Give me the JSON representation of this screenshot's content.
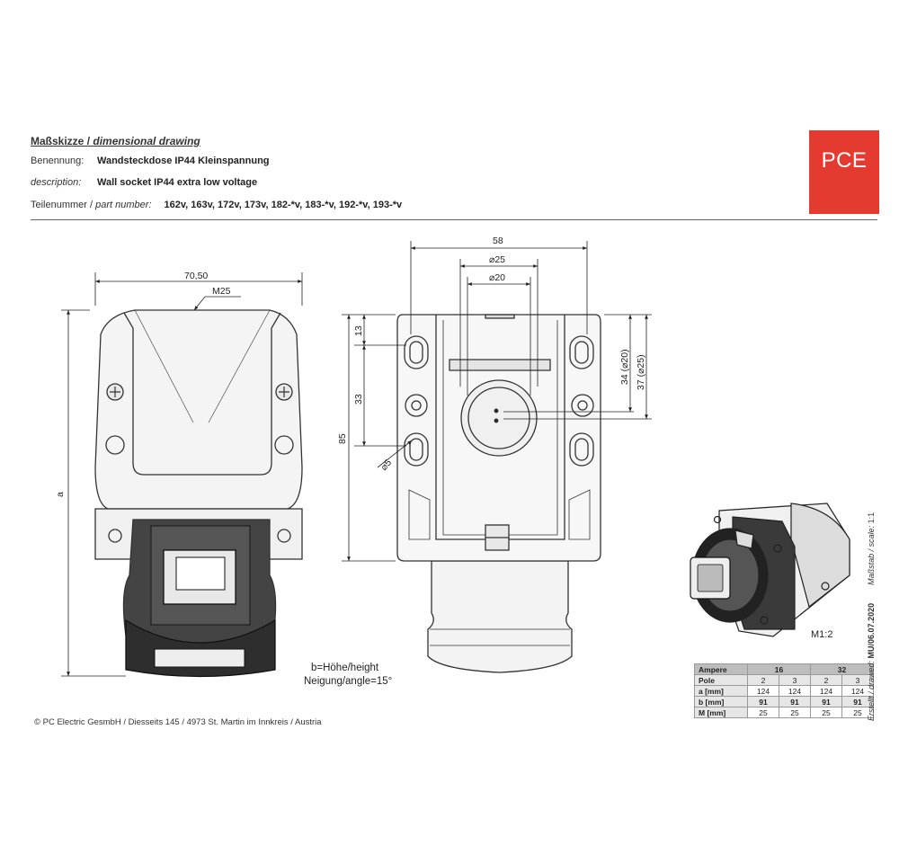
{
  "header": {
    "title_de": "Maßskizze",
    "title_sep": " / ",
    "title_en": "dimensional drawing",
    "name_label": "Benennung:",
    "name_value": "Wandsteckdose IP44 Kleinspannung",
    "desc_label": "description:",
    "desc_value": "Wall socket IP44 extra low voltage",
    "part_label_de": "Teilenummer / ",
    "part_label_en": "part number:",
    "part_value": "162v, 163v, 172v, 173v, 182-*v, 183-*v, 192-*v, 193-*v"
  },
  "logo": {
    "text": "PCE",
    "color": "#e53a2f"
  },
  "dimensions": {
    "width_side": "70,50",
    "thread": "M25",
    "height_a": "a",
    "width_front": "58",
    "dia_25": "⌀25",
    "dia_20": "⌀20",
    "d13": "13",
    "d33": "33",
    "d85": "85",
    "dia_5": "⌀5",
    "d34": "34 (⌀20)",
    "d37": "37 (⌀25)"
  },
  "notes": {
    "height": "b=Höhe/height",
    "angle": "Neigung/angle=15°"
  },
  "scale_label": "M1:2",
  "table": {
    "header": [
      "Ampere",
      "16",
      "32"
    ],
    "rows": [
      {
        "label": "Pole",
        "values": [
          "2",
          "3",
          "2",
          "3"
        ]
      },
      {
        "label": "a [mm]",
        "values": [
          "124",
          "124",
          "124",
          "124"
        ]
      },
      {
        "label": "b [mm]",
        "values": [
          "91",
          "91",
          "91",
          "91"
        ]
      },
      {
        "label": "M [mm]",
        "values": [
          "25",
          "25",
          "25",
          "25"
        ]
      }
    ]
  },
  "sidebar": {
    "created_label": "Erstellt / drawed:",
    "created_value": "MU/06.07.2020",
    "scale_label": "Maßstab / scale:",
    "scale_value": "1:1"
  },
  "footer": "© PC Electric GesmbH / Diesseits 145 / 4973 St. Martin im Innkreis / Austria"
}
